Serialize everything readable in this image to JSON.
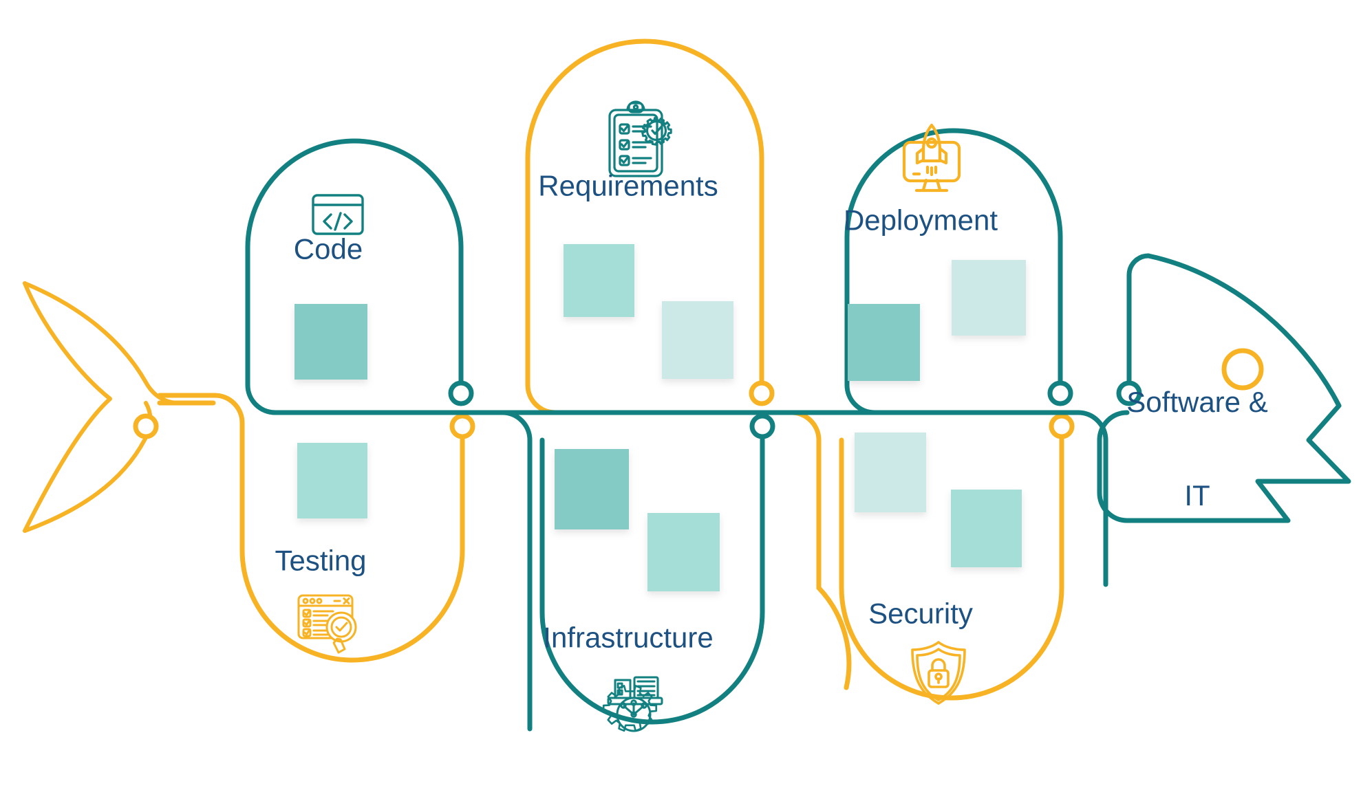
{
  "diagram": {
    "type": "fishbone",
    "title_visible": false,
    "colors": {
      "teal": "#128080",
      "yellow": "#F7B324",
      "label_navy": "#1C5182",
      "block_dark_teal": "#84CBC6",
      "block_mid_teal": "#A5DED6",
      "block_light_teal": "#CCE9E7",
      "background": "#FFFFFF"
    },
    "head": {
      "label": "Software &\nIT",
      "line1": "Software &",
      "line2": "IT",
      "color": "#128080",
      "eye_color": "#F7B324"
    },
    "tail": {
      "color": "#F7B324",
      "name": "fish-tail"
    },
    "spine": {
      "segments": [
        {
          "color": "#F7B324",
          "name": "spine-segment-tail"
        },
        {
          "color": "#128080",
          "name": "spine-segment-mid"
        },
        {
          "color": "#F7B324",
          "name": "spine-segment-right"
        },
        {
          "color": "#128080",
          "name": "spine-segment-head"
        }
      ]
    },
    "bones": [
      {
        "id": "code",
        "label": "Code",
        "side": "upper",
        "color": "#128080",
        "icon": "code-window-icon",
        "icon_color": "#128080",
        "blocks": [
          {
            "shade": "dark",
            "color": "#84CBC6"
          }
        ]
      },
      {
        "id": "requirements",
        "label": "Requirements",
        "side": "upper",
        "color": "#F7B324",
        "icon": "clipboard-gear-icon",
        "icon_color": "#128080",
        "blocks": [
          {
            "shade": "mid",
            "color": "#A5DED6"
          },
          {
            "shade": "light",
            "color": "#CCE9E7"
          }
        ]
      },
      {
        "id": "deployment",
        "label": "Deployment",
        "side": "upper",
        "color": "#128080",
        "icon": "rocket-monitor-icon",
        "icon_color": "#F7B324",
        "blocks": [
          {
            "shade": "dark",
            "color": "#84CBC6"
          },
          {
            "shade": "light",
            "color": "#CCE9E7"
          }
        ]
      },
      {
        "id": "testing",
        "label": "Testing",
        "side": "lower",
        "color": "#F7B324",
        "icon": "test-report-magnifier-icon",
        "icon_color": "#F7B324",
        "blocks": [
          {
            "shade": "mid",
            "color": "#A5DED6"
          }
        ]
      },
      {
        "id": "infrastructure",
        "label": "Infrastructure",
        "side": "lower",
        "color": "#128080",
        "icon": "server-gear-icon",
        "icon_color": "#128080",
        "blocks": [
          {
            "shade": "dark",
            "color": "#84CBC6"
          },
          {
            "shade": "mid",
            "color": "#A5DED6"
          }
        ]
      },
      {
        "id": "security",
        "label": "Security",
        "side": "lower",
        "color": "#F7B324",
        "icon": "shield-lock-icon",
        "icon_color": "#F7B324",
        "blocks": [
          {
            "shade": "light",
            "color": "#CCE9E7"
          },
          {
            "shade": "mid",
            "color": "#A5DED6"
          }
        ]
      }
    ],
    "connector_nodes": [
      {
        "for": "code",
        "color": "#128080"
      },
      {
        "for": "requirements",
        "color": "#F7B324"
      },
      {
        "for": "deployment",
        "color": "#128080"
      },
      {
        "for": "head",
        "color": "#128080"
      },
      {
        "for": "testing",
        "color": "#F7B324"
      },
      {
        "for": "infrastructure",
        "color": "#128080"
      },
      {
        "for": "security",
        "color": "#F7B324"
      },
      {
        "for": "tail",
        "color": "#F7B324"
      }
    ]
  }
}
